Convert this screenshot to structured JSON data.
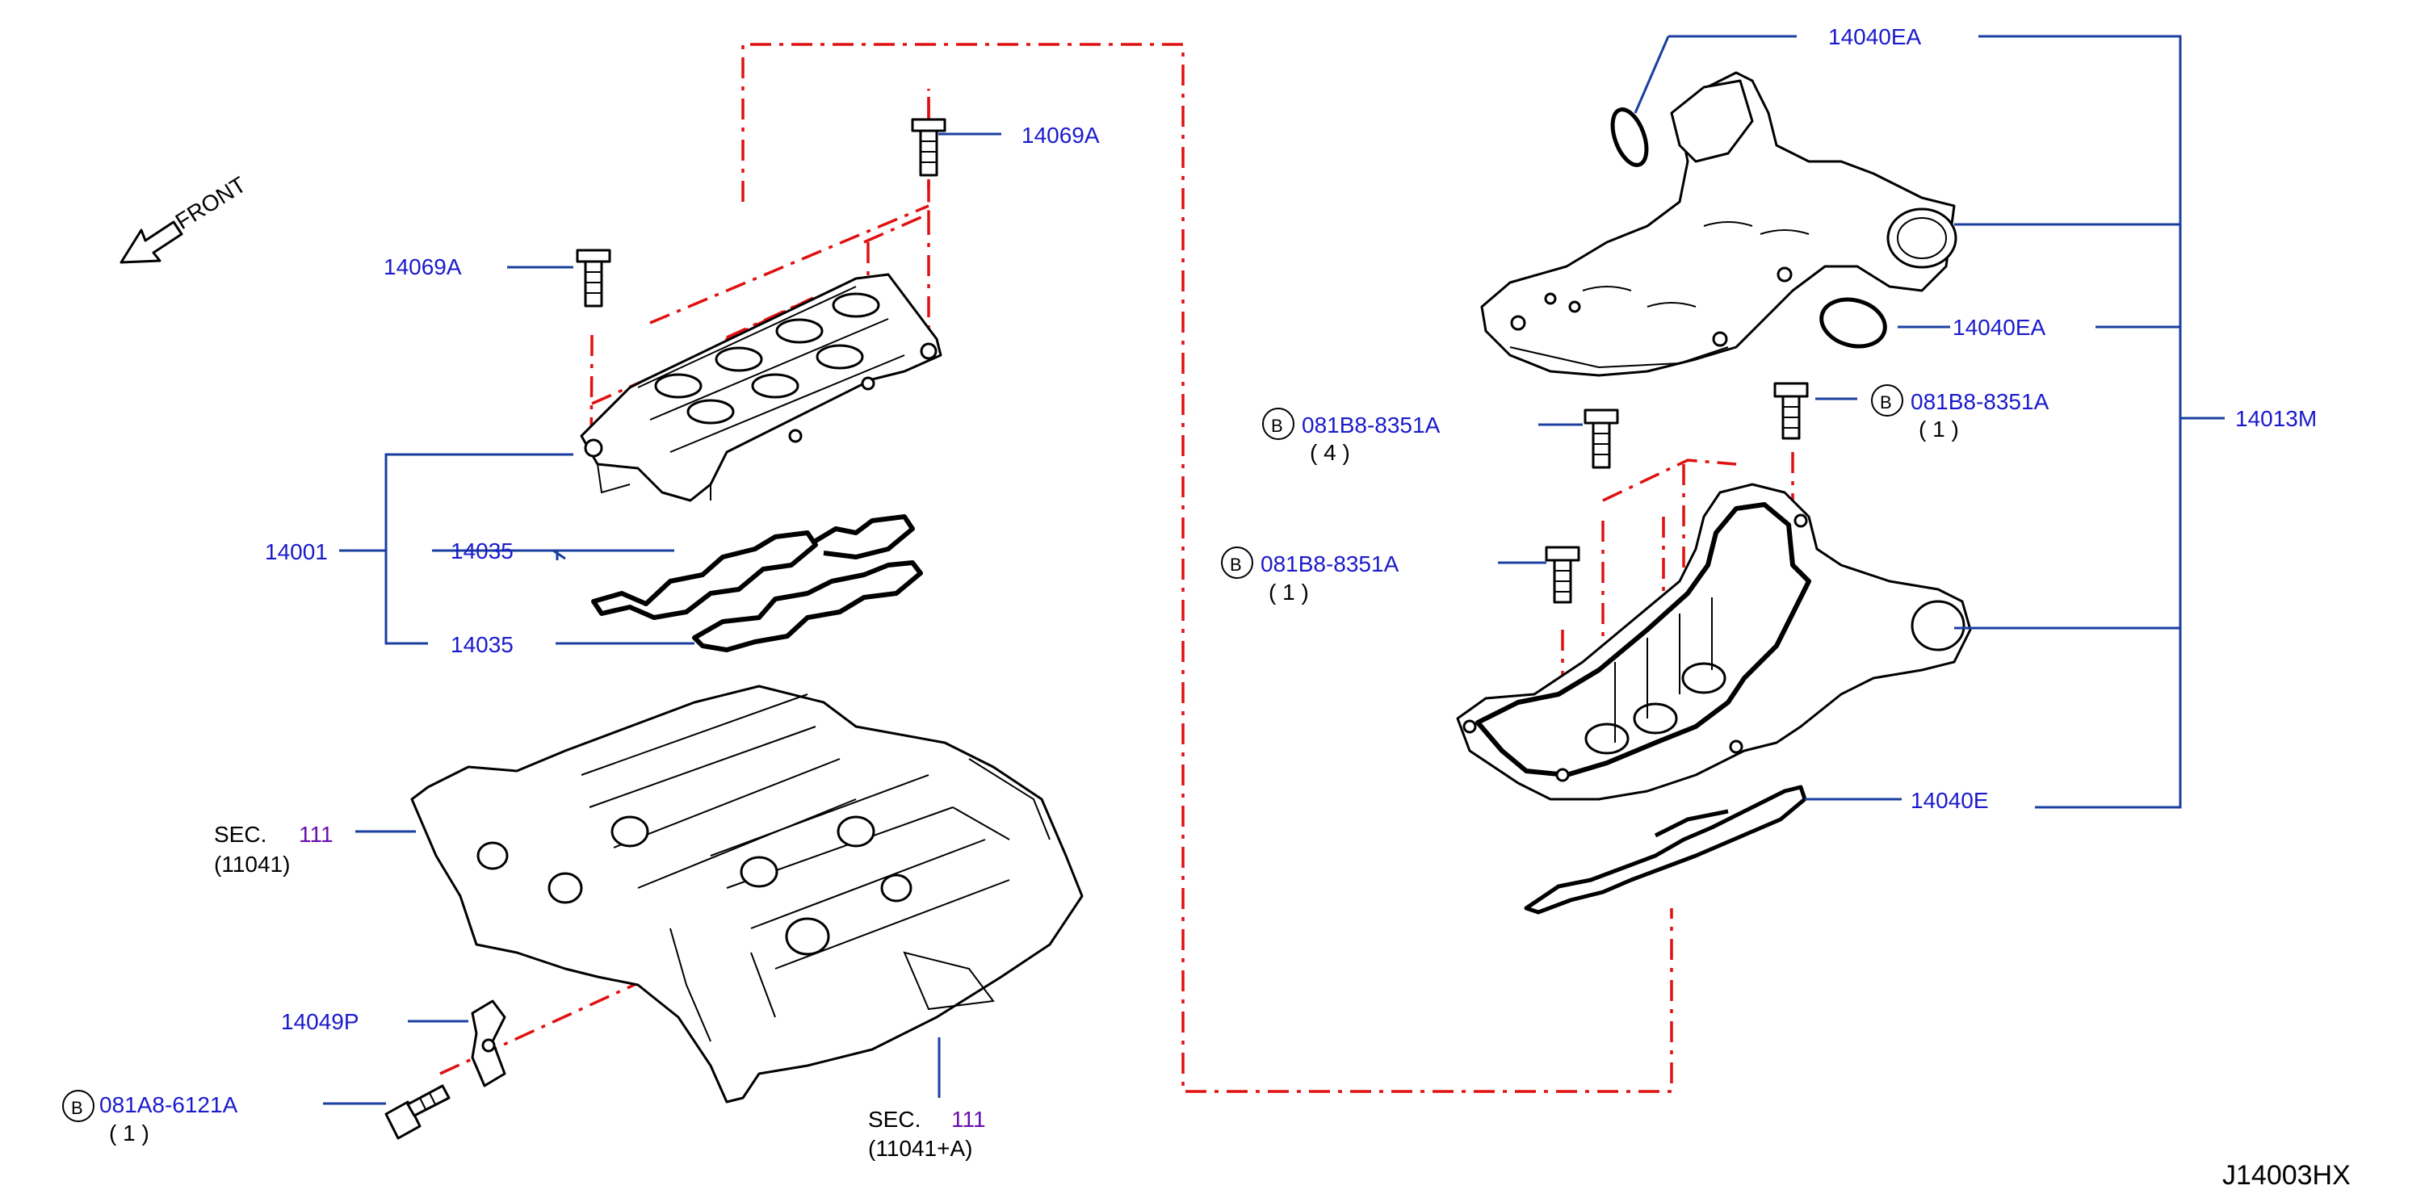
{
  "labels": {
    "p14069a_top": "14069A",
    "p14069a_left": "14069A",
    "p14001": "14001",
    "p14035_a": "14035",
    "p14035_b": "14035",
    "p14040ea_top": "14040EA",
    "p14040ea_mid": "14040EA",
    "p14013m": "14013M",
    "p14040e": "14040E",
    "p14049p": "14049P",
    "bolt_b1": "081B8-8351A",
    "bolt_b1_qty": "( 4 )",
    "bolt_b2": "081B8-8351A",
    "bolt_b2_qty": "( 1 )",
    "bolt_b3": "081B8-8351A",
    "bolt_b3_qty": "( 1 )",
    "bolt_b4": "081A8-6121A",
    "bolt_b4_qty": "( 1 )",
    "b_mark": "B",
    "front": "FRONT",
    "sec_prefix": "SEC.",
    "sec_num": "111",
    "sec1_code": "(11041)",
    "sec2_code": "(11041+A)",
    "diagram_ref": "J14003HX"
  },
  "colors": {
    "label": "#1a1acc",
    "section": "#6a0dad",
    "leader": "#1a3fa0",
    "phantom_line": "#e01010"
  }
}
